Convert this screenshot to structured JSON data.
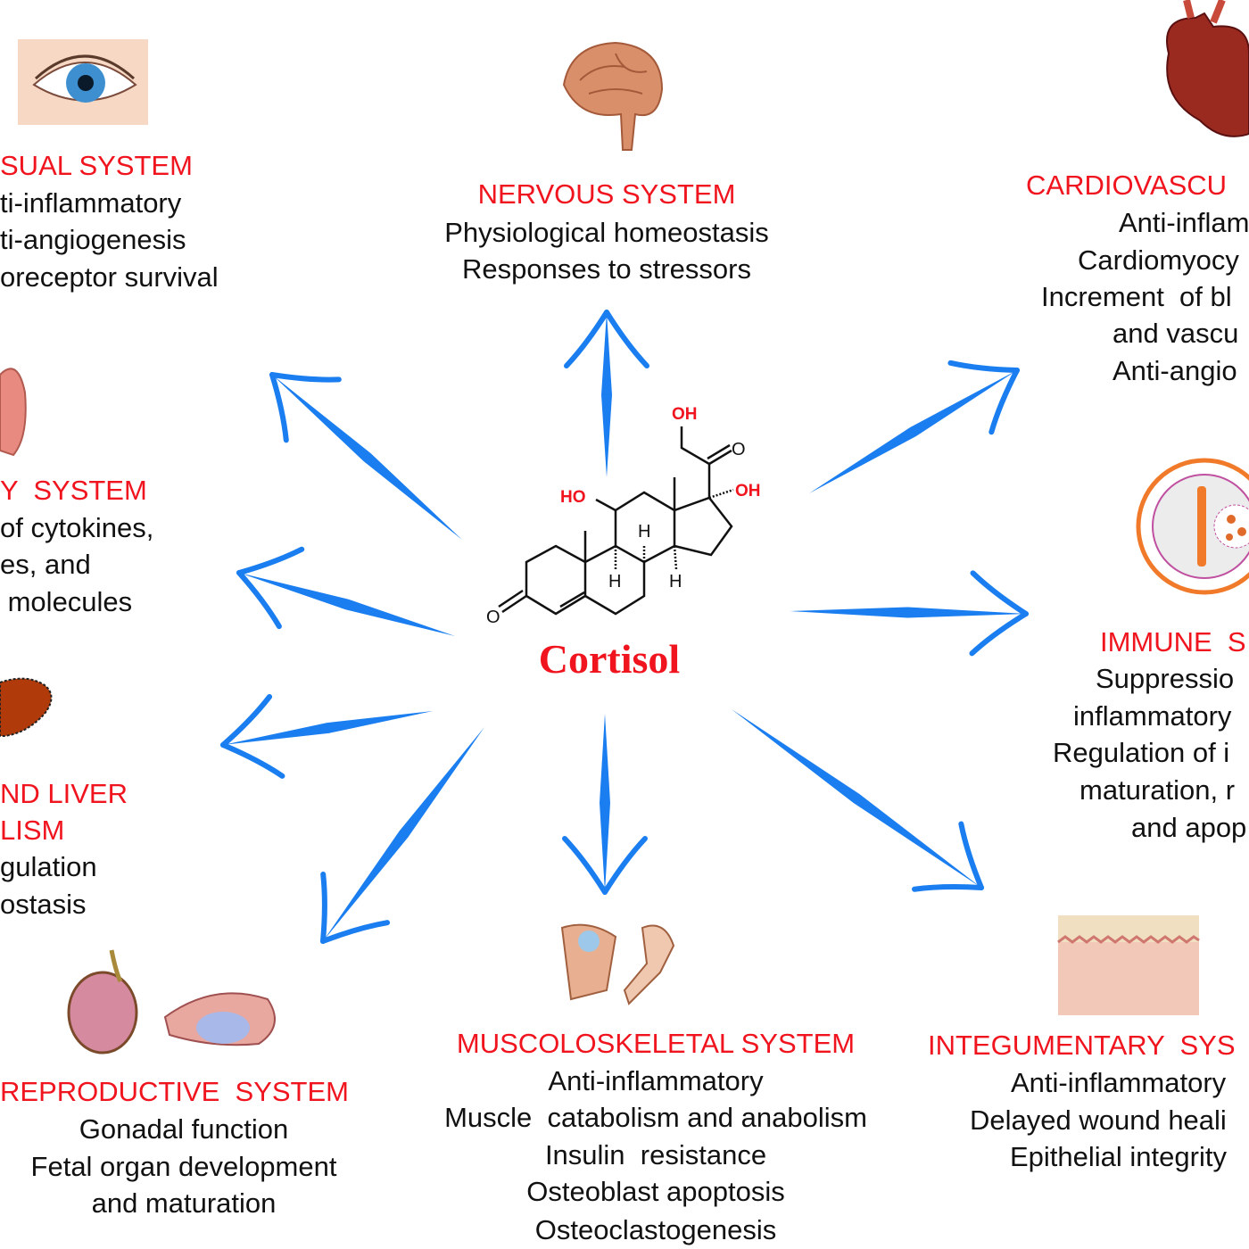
{
  "center": {
    "label": "Cortisol",
    "atoms": {
      "oh_top": "OH",
      "ho_left": "HO",
      "oh_right": "OH",
      "o_left": "O",
      "o_ketone": "O",
      "h1": "H",
      "h2": "H",
      "h3": "H"
    }
  },
  "colors": {
    "arrow": "#1a7ef0",
    "title": "#f0141e",
    "text": "#111111"
  },
  "systems": {
    "visual": {
      "title": "SUAL SYSTEM",
      "lines": [
        "ti-inflammatory",
        "ti-angiogenesis",
        "oreceptor survival"
      ]
    },
    "nervous": {
      "title": "NERVOUS SYSTEM",
      "lines": [
        "Physiological homeostasis",
        "Responses to stressors"
      ]
    },
    "cardiovascular": {
      "title": "CARDIOVASCU",
      "lines": [
        "Anti-inflam",
        "Cardiomyocy",
        "Increment  of bl",
        "and vascu",
        "Anti-angio"
      ]
    },
    "respiratory": {
      "title": "Y  SYSTEM",
      "lines": [
        "of cytokines,",
        "es, and",
        " molecules"
      ]
    },
    "immune": {
      "title": "IMMUNE  S",
      "lines": [
        "Suppressio",
        "inflammatory",
        "Regulation of i",
        "maturation, r",
        "and apop"
      ]
    },
    "liver": {
      "title": [
        "ND LIVER",
        "LISM"
      ],
      "lines": [
        "gulation",
        "ostasis"
      ]
    },
    "reproductive": {
      "title": "REPRODUCTIVE  SYSTEM",
      "lines": [
        "Gonadal function",
        "Fetal organ development",
        "and maturation"
      ]
    },
    "musculoskeletal": {
      "title": "MUSCOLOSKELETAL SYSTEM",
      "lines": [
        "Anti-inflammatory",
        "Muscle  catabolism and anabolism",
        "Insulin  resistance",
        "Osteoblast apoptosis",
        "Osteoclastogenesis"
      ]
    },
    "integumentary": {
      "title": "INTEGUMENTARY  SYS",
      "lines": [
        "Anti-inflammatory",
        "Delayed wound heali",
        "Epithelial integrity"
      ]
    }
  }
}
